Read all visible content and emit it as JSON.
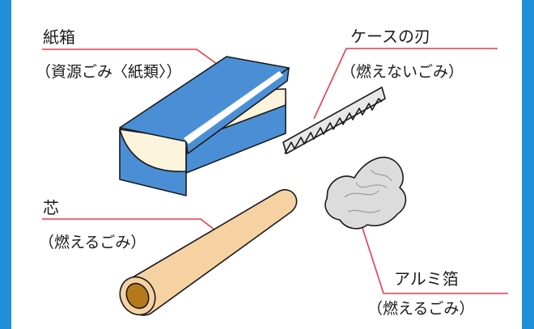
{
  "items": [
    {
      "name": "紙箱",
      "category": "（資源ごみ〈紙類〉）"
    },
    {
      "name": "ケースの刃",
      "category": "（燃えないごみ）"
    },
    {
      "name": "芯",
      "category": "（燃えるごみ）"
    },
    {
      "name": "アルミ箔",
      "category": "（燃えるごみ）"
    }
  ],
  "colors": {
    "frame": "#1e8fd8",
    "leader": "#e83a4d",
    "box_blue": "#4a8fd6",
    "box_cream": "#fbf3dc",
    "tube": "#f6d2a3",
    "foil": "#dcdcdc"
  }
}
